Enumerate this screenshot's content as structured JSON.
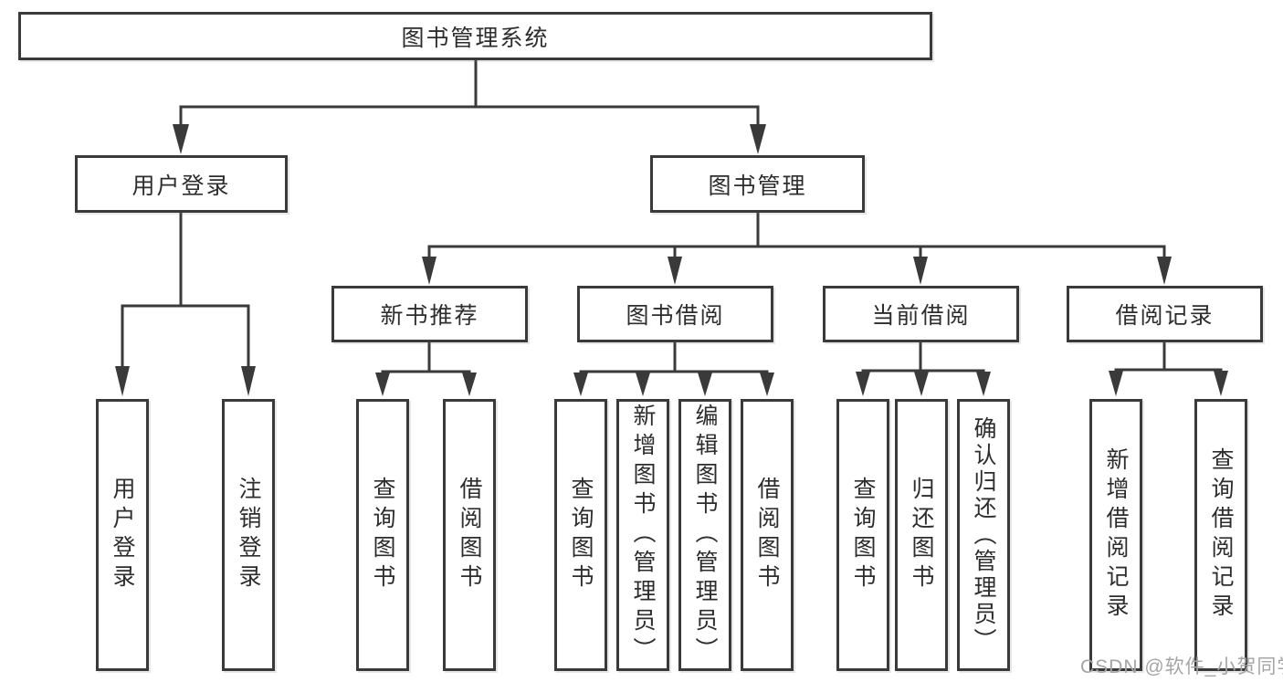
{
  "diagram": {
    "title": {
      "label": "图书管理系统"
    },
    "branches": [
      {
        "label": "用户登录",
        "children": [
          {
            "label": "用户登录"
          },
          {
            "label": "注销登录"
          }
        ]
      },
      {
        "label": "图书管理",
        "children": [
          {
            "label": "新书推荐",
            "children": [
              {
                "label": "查询图书"
              },
              {
                "label": "借阅图书"
              }
            ]
          },
          {
            "label": "图书借阅",
            "children": [
              {
                "label": "查询图书"
              },
              {
                "label": "新增图书（管理员）"
              },
              {
                "label": "编辑图书（管理员）"
              },
              {
                "label": "借阅图书"
              }
            ]
          },
          {
            "label": "当前借阅",
            "children": [
              {
                "label": "查询图书"
              },
              {
                "label": "归还图书"
              },
              {
                "label": "确认归还（管理员）"
              }
            ]
          },
          {
            "label": "借阅记录",
            "children": [
              {
                "label": "新增借阅记录"
              },
              {
                "label": "查询借阅记录"
              }
            ]
          }
        ]
      }
    ]
  },
  "watermark": {
    "text": "CSDN @软件_小贺同学"
  },
  "colors": {
    "line": "#3a3a3a",
    "box_border": "#3a3a3a",
    "text": "#2d2d2d",
    "watermark": "#a5a5a5",
    "background": "#ffffff"
  }
}
